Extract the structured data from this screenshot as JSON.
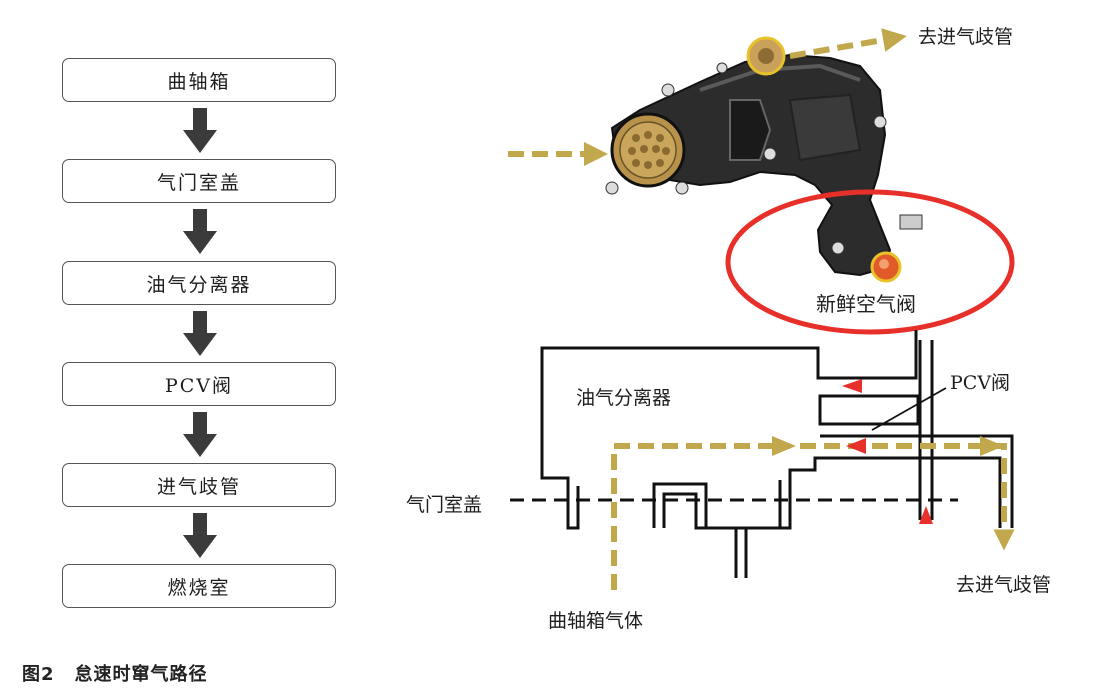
{
  "flow_steps": [
    "曲轴箱",
    "气门室盖",
    "油气分离器",
    "PCV阀",
    "进气歧管",
    "燃烧室"
  ],
  "photo_labels": {
    "outlet": "去进气歧管",
    "fresh_air_valve": "新鲜空气阀"
  },
  "schematic_labels": {
    "separator": "油气分离器",
    "pcv": "PCV阀",
    "valve_cover": "气门室盖",
    "outlet": "去进气歧管",
    "crankcase_gas": "曲轴箱气体"
  },
  "caption": {
    "number": "图2",
    "text": "怠速时窜气路径"
  },
  "colors": {
    "flow_arrow": "#c2a84c",
    "highlight": "#e8302a",
    "outline": "#111111",
    "part_dark": "#2a2a2a"
  }
}
